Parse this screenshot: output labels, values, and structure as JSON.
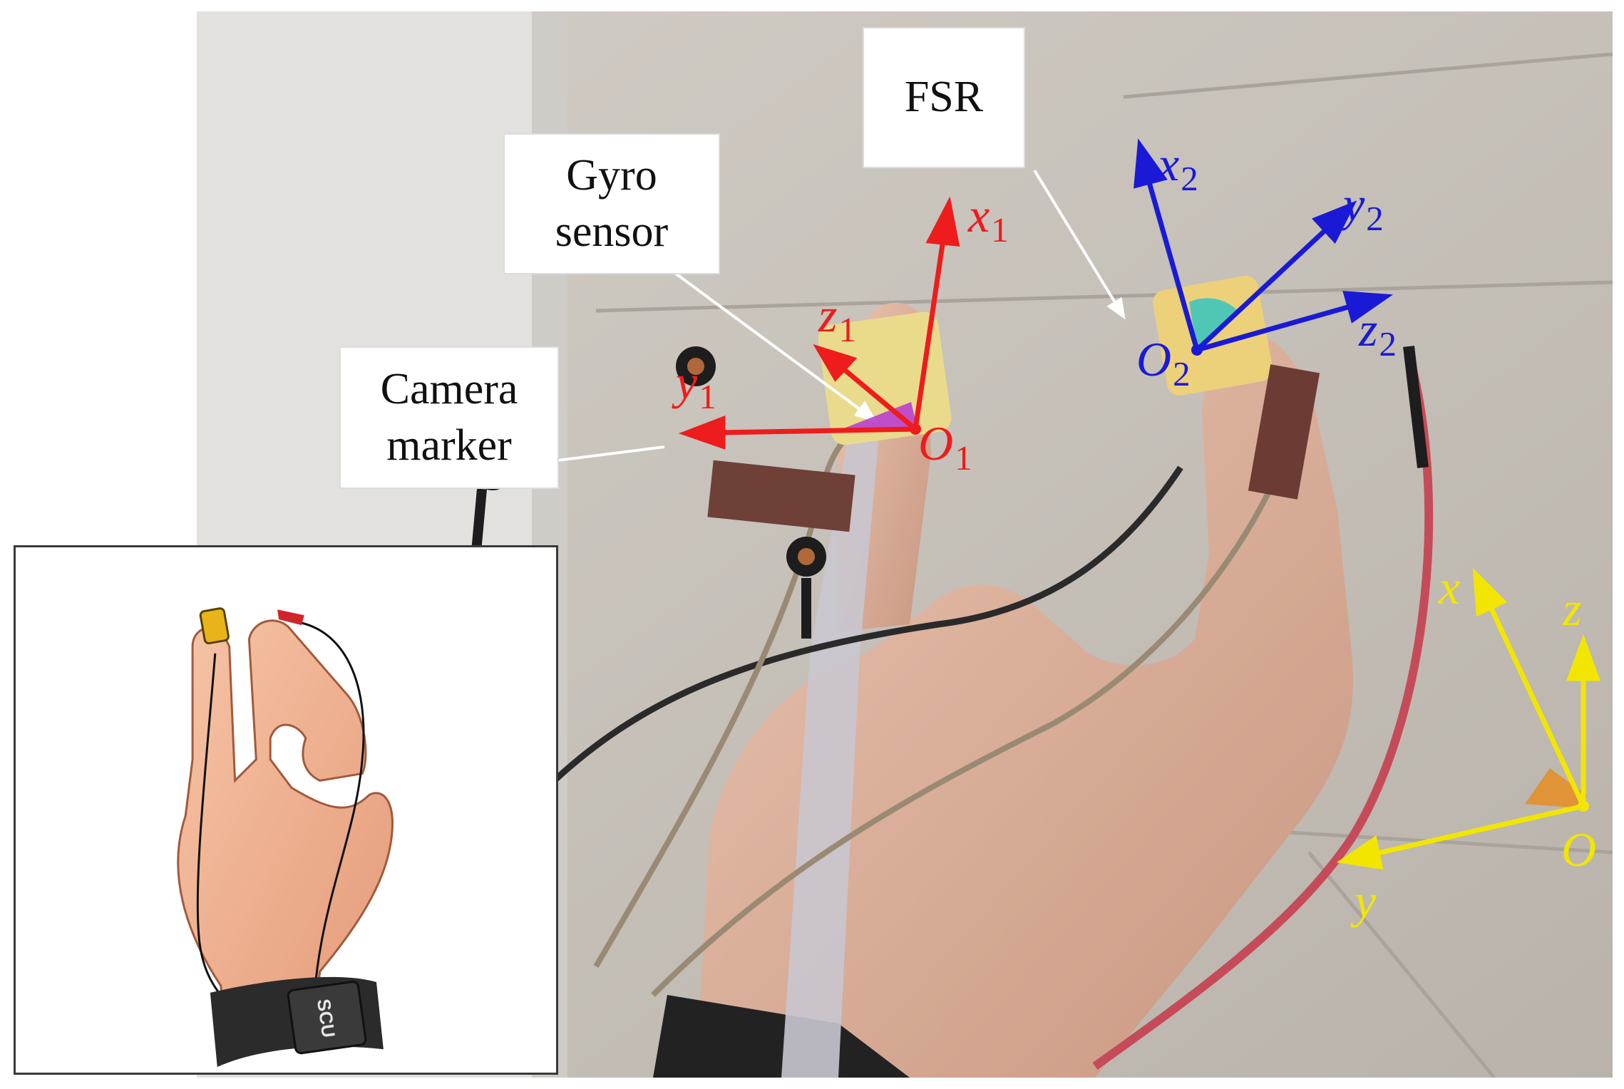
{
  "callouts": {
    "fsr": "FSR",
    "gyro_line1": "Gyro",
    "gyro_line2": "sensor",
    "camera_line1": "Camera",
    "camera_line2": "marker"
  },
  "axes": {
    "frame1": {
      "x": "x",
      "x_sub": "1",
      "y": "y",
      "y_sub": "1",
      "z": "z",
      "z_sub": "1",
      "origin": "O",
      "origin_sub": "1",
      "color": "#ee1c1c"
    },
    "frame2": {
      "x": "x",
      "x_sub": "2",
      "y": "y",
      "y_sub": "2",
      "z": "z",
      "z_sub": "2",
      "origin": "O",
      "origin_sub": "2",
      "color": "#1a1ad6"
    },
    "world": {
      "x": "x",
      "y": "y",
      "z": "z",
      "origin": "O",
      "color": "#f2e600"
    }
  },
  "inset": {
    "device_label": "SCU"
  }
}
